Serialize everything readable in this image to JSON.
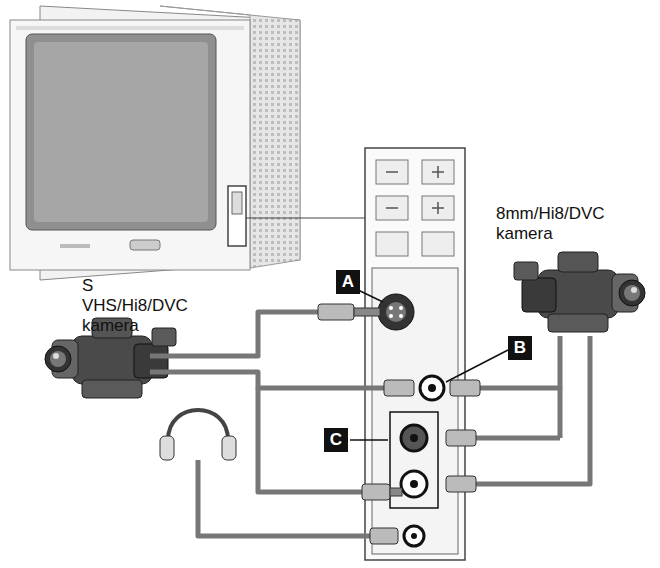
{
  "diagram": {
    "nodes": [
      {
        "text": [
          "A"
        ]
      },
      {
        "text": [
          "B"
        ]
      },
      {
        "text": [
          "C"
        ]
      }
    ],
    "labels": [
      "S VHS/Hi8/DVC kamera",
      "8mm/Hi8/DVC kamera"
    ]
  }
}
